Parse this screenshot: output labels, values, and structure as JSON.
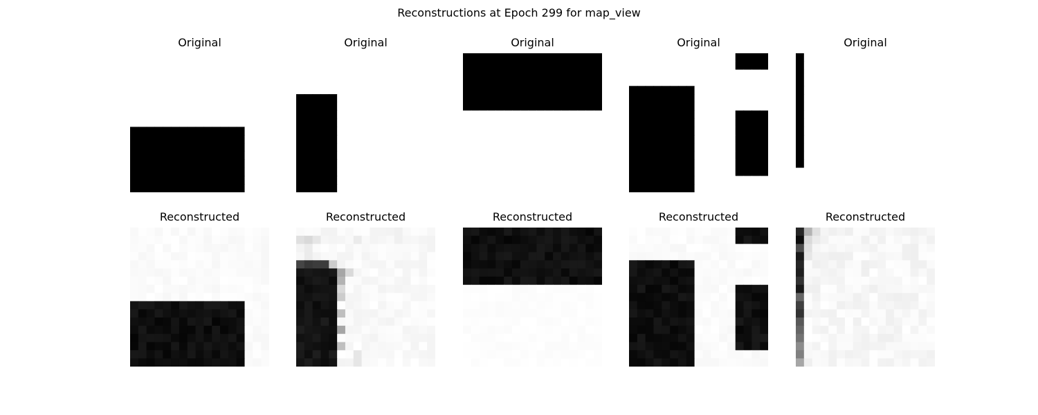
{
  "chart_data": {
    "type": "heatmap",
    "title": "Reconstructions at Epoch 299 for map_view",
    "grid_size": [
      17,
      17
    ],
    "colormap": "gray_r",
    "value_range": [
      0,
      1
    ],
    "panels": [
      {
        "column": 1,
        "original": {
          "title": "Original",
          "filled_rects": [
            {
              "row0": 9,
              "row1": 17,
              "col0": 0,
              "col1": 14
            }
          ]
        },
        "reconstructed": {
          "title": "Reconstructed",
          "filled_rects": [
            {
              "row0": 9,
              "row1": 17,
              "col0": 0,
              "col1": 14,
              "value": 0.98
            }
          ],
          "background_value": 0.02
        }
      },
      {
        "column": 2,
        "original": {
          "title": "Original",
          "filled_rects": [
            {
              "row0": 5,
              "row1": 17,
              "col0": 0,
              "col1": 5
            }
          ]
        },
        "reconstructed": {
          "title": "Reconstructed",
          "filled_rects": [
            {
              "row0": 4,
              "row1": 5,
              "col0": 0,
              "col1": 4,
              "value": 0.8
            },
            {
              "row0": 5,
              "row1": 17,
              "col0": 0,
              "col1": 5,
              "value": 0.96
            }
          ],
          "highlights": [
            {
              "r": 1,
              "c": 0,
              "v": 0.12
            },
            {
              "r": 1,
              "c": 1,
              "v": 0.15
            },
            {
              "r": 1,
              "c": 2,
              "v": 0.1
            },
            {
              "r": 2,
              "c": 1,
              "v": 0.08
            },
            {
              "r": 3,
              "c": 1,
              "v": 0.08
            },
            {
              "r": 4,
              "c": 4,
              "v": 0.2
            },
            {
              "r": 5,
              "c": 5,
              "v": 0.35
            },
            {
              "r": 5,
              "c": 6,
              "v": 0.15
            },
            {
              "r": 6,
              "c": 5,
              "v": 0.3
            },
            {
              "r": 7,
              "c": 5,
              "v": 0.15
            },
            {
              "r": 8,
              "c": 5,
              "v": 0.2
            },
            {
              "r": 10,
              "c": 5,
              "v": 0.25
            },
            {
              "r": 12,
              "c": 5,
              "v": 0.35
            },
            {
              "r": 14,
              "c": 5,
              "v": 0.25
            },
            {
              "r": 1,
              "c": 7,
              "v": 0.08
            },
            {
              "r": 0,
              "c": 12,
              "v": 0.06
            },
            {
              "r": 1,
              "c": 12,
              "v": 0.06
            },
            {
              "r": 15,
              "c": 7,
              "v": 0.1
            },
            {
              "r": 16,
              "c": 7,
              "v": 0.1
            }
          ],
          "background_value": 0.03
        }
      },
      {
        "column": 3,
        "original": {
          "title": "Original",
          "filled_rects": [
            {
              "row0": 0,
              "row1": 7,
              "col0": 0,
              "col1": 17
            }
          ]
        },
        "reconstructed": {
          "title": "Reconstructed",
          "filled_rects": [
            {
              "row0": 0,
              "row1": 7,
              "col0": 0,
              "col1": 17,
              "value": 0.98
            }
          ],
          "background_value": 0.01
        }
      },
      {
        "column": 4,
        "original": {
          "title": "Original",
          "filled_rects": [
            {
              "row0": 4,
              "row1": 17,
              "col0": 0,
              "col1": 8
            },
            {
              "row0": 0,
              "row1": 2,
              "col0": 13,
              "col1": 17
            },
            {
              "row0": 7,
              "row1": 15,
              "col0": 13,
              "col1": 17
            }
          ]
        },
        "reconstructed": {
          "title": "Reconstructed",
          "filled_rects": [
            {
              "row0": 4,
              "row1": 17,
              "col0": 0,
              "col1": 8,
              "value": 0.98
            },
            {
              "row0": 0,
              "row1": 2,
              "col0": 13,
              "col1": 17,
              "value": 0.98
            },
            {
              "row0": 7,
              "row1": 15,
              "col0": 13,
              "col1": 17,
              "value": 0.98
            }
          ],
          "background_value": 0.02
        }
      },
      {
        "column": 5,
        "original": {
          "title": "Original",
          "filled_rects": [
            {
              "row0": 0,
              "row1": 14,
              "col0": 0,
              "col1": 1
            }
          ]
        },
        "reconstructed": {
          "title": "Reconstructed",
          "column_values": [
            0.85,
            0.95,
            0.7,
            0.9,
            0.85,
            0.88,
            0.8,
            0.9,
            0.6,
            0.75,
            0.8,
            0.65,
            0.6,
            0.55,
            0.45,
            0.5,
            0.35
          ],
          "highlights": [
            {
              "r": 0,
              "c": 1,
              "v": 0.3
            },
            {
              "r": 0,
              "c": 2,
              "v": 0.12
            },
            {
              "r": 1,
              "c": 1,
              "v": 0.15
            },
            {
              "r": 1,
              "c": 2,
              "v": 0.08
            },
            {
              "r": 2,
              "c": 1,
              "v": 0.12
            },
            {
              "r": 3,
              "c": 1,
              "v": 0.1
            }
          ],
          "background_value": 0.04
        }
      }
    ]
  }
}
